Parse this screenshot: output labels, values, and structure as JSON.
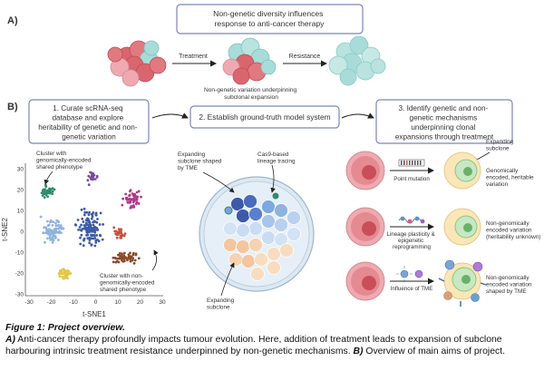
{
  "panel_a": {
    "label": "A)",
    "box": [
      "Non-genetic diversity influences",
      "response to anti-cancer therapy"
    ],
    "arrow_treatment": "Treatment",
    "arrow_resistance": "Resistance",
    "sub_note": [
      "Non-genetic variation underpinning",
      "subclonal expansion"
    ]
  },
  "panel_b": {
    "label": "B)",
    "box1": [
      "1. Curate scRNA-seq",
      "database and explore",
      "heritability of genetic and non-",
      "genetic variation"
    ],
    "box2": "2. Establish ground-truth model system",
    "box3": [
      "3. Identify genetic and non-",
      "genetic mechanisms",
      "underpinning clonal",
      "expansions through treatment"
    ],
    "tsne": {
      "xlabel": "t-SNE1",
      "ylabel": "t-SNE2",
      "xticks": [
        "-30",
        "-20",
        "-10",
        "0",
        "10",
        "20",
        "30"
      ],
      "yticks": [
        "30",
        "20",
        "10",
        "0",
        "-10",
        "-20",
        "-30"
      ],
      "cluster_genetic_label": [
        "Cluster with",
        "genomically-encoded",
        "shared phenotype"
      ],
      "cluster_nongenetic_label": [
        "Cluster with non-",
        "genomically-encoded",
        "shared phenotype"
      ]
    },
    "model": {
      "expanding_tme": [
        "Expanding",
        "subclone shaped",
        "by TME"
      ],
      "cas9": [
        "Cas9-based",
        "lineage tracing"
      ],
      "expanding_subclone": [
        "Expanding",
        "subclone"
      ]
    },
    "mechanisms": {
      "expanding_subclone": [
        "Expanding",
        "subclone"
      ],
      "row1_arrow": "Point mutation",
      "row1_result": [
        "Genomically",
        "encoded, heritable",
        "variation"
      ],
      "row2_arrow": [
        "Lineage plasticity &",
        "epigenetic",
        "reprogramming"
      ],
      "row2_result": [
        "Non-genomically",
        "encoded variation",
        "(heritability unknown)"
      ],
      "row3_arrow": "Influence of TME",
      "row3_result": [
        "Non-genomically",
        "encoded variation",
        "shaped by TME"
      ]
    }
  },
  "caption": {
    "title": "Figure 1: Project overview.",
    "a_tag": "A)",
    "a_text": " Anti-cancer therapy profoundly impacts tumour evolution. Here, addition of treatment leads to expansion of subclone harbouring intrinsic treatment resistance underpinned by non-genetic mechanisms.",
    "b_tag": "B)",
    "b_text": " Overview of main aims of project."
  },
  "colors": {
    "box_border": "#7b86b8",
    "tumour_red": "#d9666e",
    "tumour_pink": "#eeaab0",
    "resistant_teal": "#a8dcd8",
    "cluster_blue": "#3d5aa8",
    "cluster_lightblue": "#8fb3e0",
    "cluster_green": "#2e8b6f",
    "cluster_purple": "#7a4aa3",
    "cluster_magenta": "#b03a8a",
    "cluster_red": "#c8503f",
    "cluster_brown": "#8b4a2a",
    "cluster_yellow": "#e3c84a"
  }
}
